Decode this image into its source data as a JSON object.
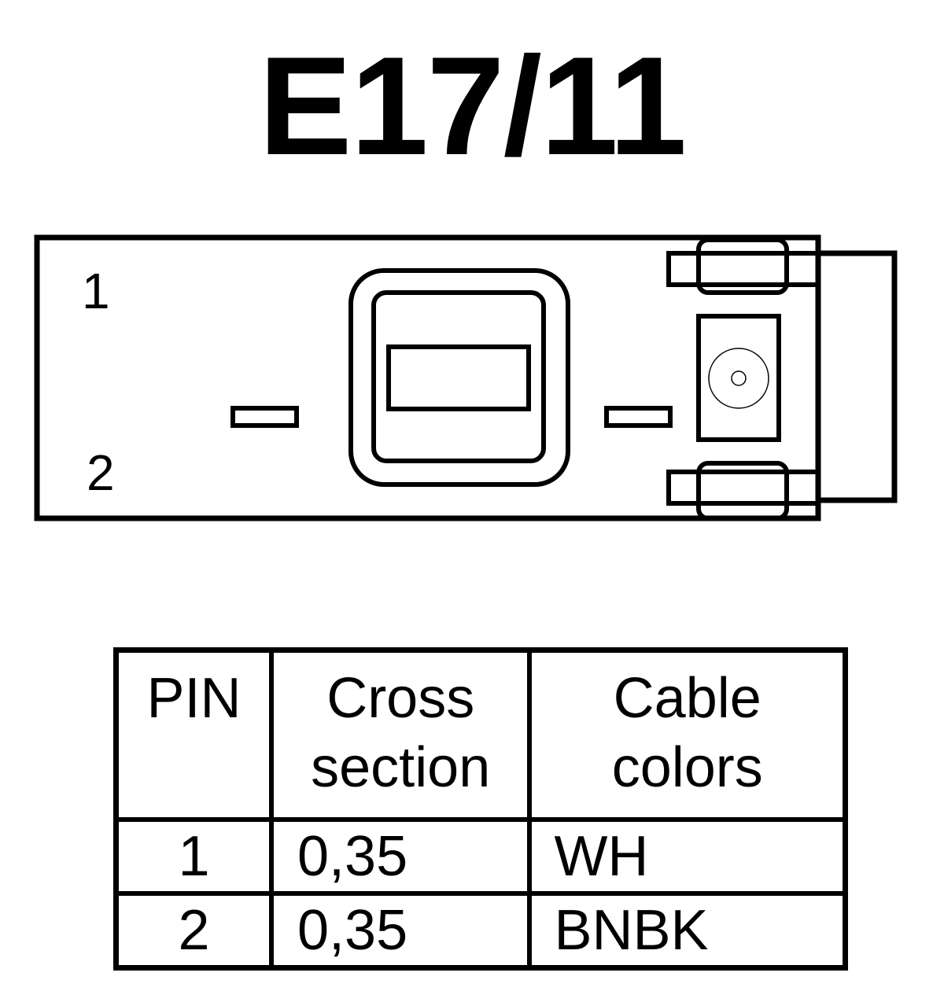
{
  "title": "E17/11",
  "connector": {
    "pin_labels": [
      "1",
      "2"
    ]
  },
  "table": {
    "headers": {
      "pin": "PIN",
      "cross_section_line1": "Cross",
      "cross_section_line2": "section",
      "cable_colors_line1": "Cable",
      "cable_colors_line2": "colors"
    },
    "rows": [
      {
        "pin": "1",
        "cross_section": "0,35",
        "cable_color": "WH"
      },
      {
        "pin": "2",
        "cross_section": "0,35",
        "cable_color": "BNBK"
      }
    ]
  }
}
